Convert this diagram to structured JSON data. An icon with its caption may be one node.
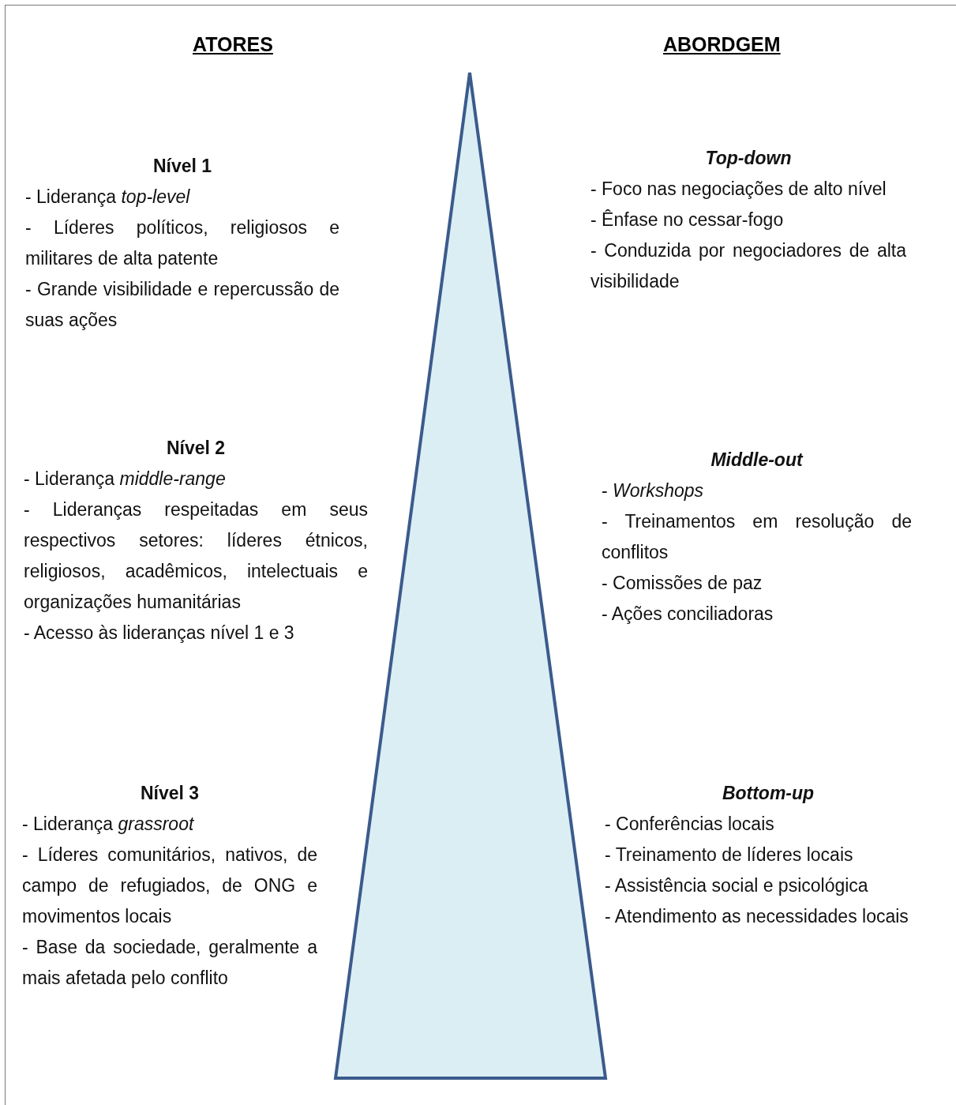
{
  "diagram": {
    "nodes": [
      {
        "text": [],
        "shape": "triangle"
      }
    ],
    "labels": [
      "ATORES",
      "ABORDGEM",
      "Nível 1",
      "- Liderança *top-level*",
      "- Líderes políticos, religiosos e militares de alta patente",
      "- Grande visibilidade e repercussão de suas ações",
      "Top-down",
      "- Foco nas negociações de alto nível",
      "- Ênfase no cessar-fogo",
      "- Conduzida por negociadores de alta visibilidade",
      "Nível 2",
      "- Liderança *middle-range*",
      "- Lideranças respeitadas em seus respectivos setores: líderes étnicos, religiosos, acadêmicos, intelectuais e organizações humanitárias",
      "- Acesso às lideranças nível 1 e 3",
      "Middle-out",
      "- *Workshops*",
      "- Treinamentos em resolução de conflitos",
      "- Comissões de paz",
      "- Ações conciliadoras",
      "Nível 3",
      "- Liderança *grassroot*",
      "- Líderes comunitários, nativos, de campo de refugiados, de ONG e movimentos locais",
      "- Base da sociedade, geralmente a mais afetada pelo conflito",
      "Bottom-up",
      "- Conferências locais",
      "- Treinamento de líderes locais",
      "- Assistência social e psicológica",
      "- Atendimento as necessidades locais"
    ]
  }
}
